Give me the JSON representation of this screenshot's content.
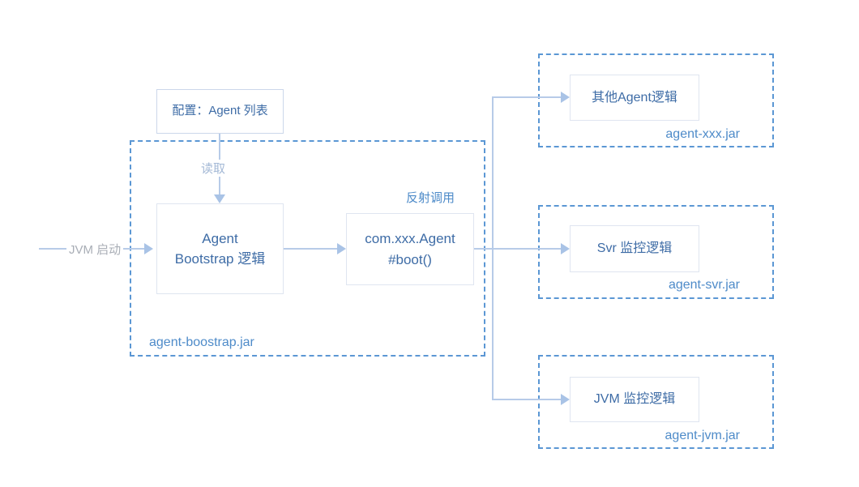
{
  "colors": {
    "node_text": "#3e6ca6",
    "accent_blue": "#4e8bc9",
    "dashed_border": "#5b97d4",
    "connector_line": "#b7cbe8",
    "arrowhead": "#a9c3e6",
    "muted_gray_text": "#a9aeb6",
    "read_label_text": "#a4b9d6",
    "node_border": "#dfe5f0",
    "background": "#ffffff"
  },
  "labels": {
    "jvm_start": "JVM 启动",
    "read": "读取",
    "reflect_call": "反射调用"
  },
  "nodes": {
    "config": {
      "label": "配置：Agent 列表"
    },
    "agent_bootstrap": {
      "line1": "Agent",
      "line2": "Bootstrap 逻辑"
    },
    "com_agent": {
      "line1": "com.xxx.Agent",
      "line2": "#boot()"
    },
    "other_agent": {
      "label": "其他Agent逻辑"
    },
    "svr_monitor": {
      "label": "Svr 监控逻辑"
    },
    "jvm_monitor": {
      "label": "JVM 监控逻辑"
    }
  },
  "containers": {
    "bootstrap": {
      "label": "agent-boostrap.jar"
    },
    "xxx": {
      "label": "agent-xxx.jar"
    },
    "svr": {
      "label": "agent-svr.jar"
    },
    "jvm": {
      "label": "agent-jvm.jar"
    }
  }
}
